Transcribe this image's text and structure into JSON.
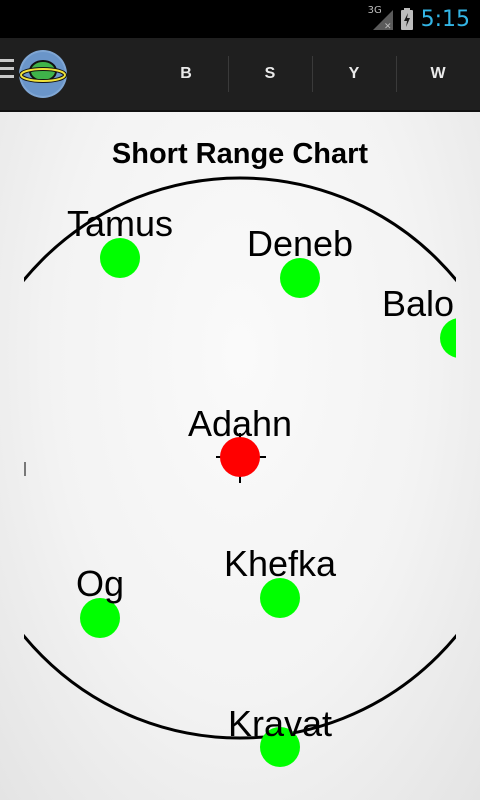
{
  "statusbar": {
    "network": "3G",
    "time": "5:15"
  },
  "actionbar": {
    "app_icon": "planet-icon",
    "tabs": [
      {
        "label": "B"
      },
      {
        "label": "S"
      },
      {
        "label": "Y"
      },
      {
        "label": "W"
      }
    ]
  },
  "chart": {
    "title": "Short Range Chart",
    "center": "Adahn",
    "systems": [
      {
        "name": "Tamus",
        "color": "#00ff00"
      },
      {
        "name": "Deneb",
        "color": "#00ff00"
      },
      {
        "name": "Balo",
        "color": "#00ff00"
      },
      {
        "name": "Adahn",
        "color": "#ff0000"
      },
      {
        "name": "Khefka",
        "color": "#00ff00"
      },
      {
        "name": "Og",
        "color": "#00ff00"
      },
      {
        "name": "Kravat",
        "color": "#00ff00"
      }
    ]
  }
}
